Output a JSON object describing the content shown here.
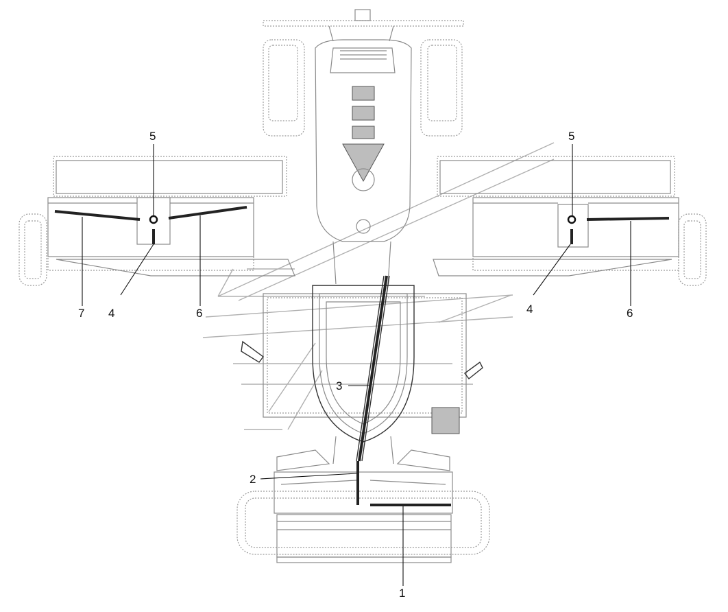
{
  "callouts": {
    "c1": "1",
    "c2": "2",
    "c3": "3",
    "c4_left": "4",
    "c4_right": "4",
    "c5_left": "5",
    "c5_right": "5",
    "c6_left": "6",
    "c6_right": "6",
    "c7": "7"
  },
  "colors": {
    "outline": "#8a8a8a",
    "hose": "#222222",
    "background": "#ffffff"
  }
}
